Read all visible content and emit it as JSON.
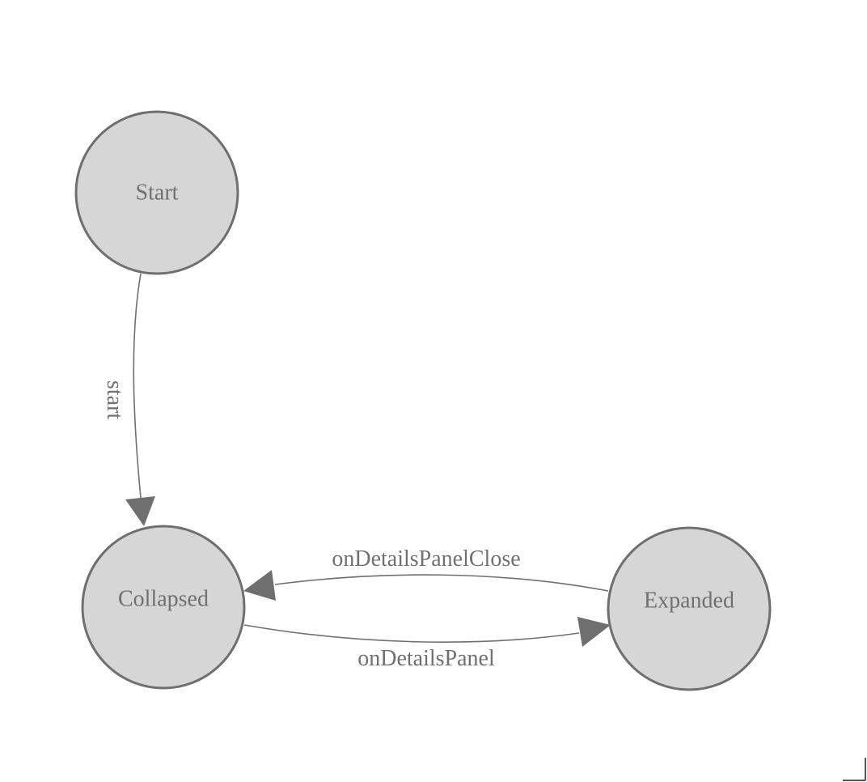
{
  "diagram": {
    "nodes": {
      "start": {
        "label": "Start"
      },
      "collapsed": {
        "label": "Collapsed"
      },
      "expanded": {
        "label": "Expanded"
      }
    },
    "edges": {
      "start_to_collapsed": {
        "label": "start"
      },
      "expanded_to_collapsed": {
        "label": "onDetailsPanelClose"
      },
      "collapsed_to_expanded": {
        "label": "onDetailsPanel"
      }
    },
    "colors": {
      "node_fill": "#d6d6d6",
      "stroke": "#6f6f6f",
      "text": "#707070"
    }
  }
}
